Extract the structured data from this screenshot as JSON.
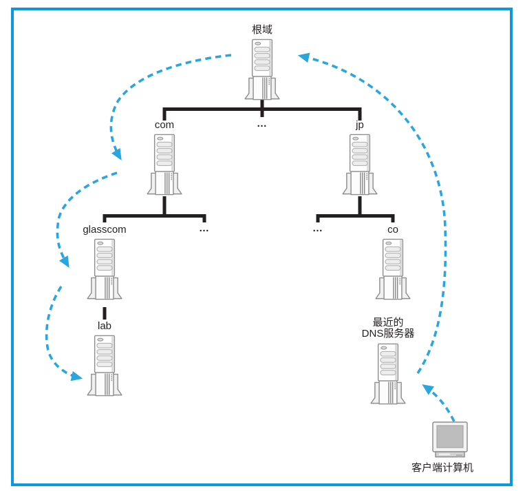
{
  "colors": {
    "border": "#0a99dc",
    "arrow": "#29a6df",
    "tree_line": "#231f20",
    "text": "#231f20"
  },
  "nodes": {
    "root": {
      "label": "根域",
      "icon": "tower-server-icon"
    },
    "com": {
      "label": "com",
      "icon": "tower-server-icon"
    },
    "jp": {
      "label": "jp",
      "icon": "tower-server-icon"
    },
    "glasscom": {
      "label": "glasscom",
      "icon": "tower-server-icon"
    },
    "co": {
      "label": "co",
      "icon": "tower-server-icon"
    },
    "lab": {
      "label": "lab",
      "icon": "tower-server-icon"
    },
    "dns": {
      "label": "最近的\nDNS服务器",
      "icon": "tower-server-icon"
    },
    "client": {
      "label": "客户端计算机",
      "icon": "crt-monitor-icon"
    },
    "ellipsis_top": {
      "label": "…"
    },
    "ellipsis_com": {
      "label": "…"
    },
    "ellipsis_jp": {
      "label": "…"
    }
  },
  "tree_edges": [
    {
      "from": "root",
      "to": "com"
    },
    {
      "from": "root",
      "to": "ellipsis_top"
    },
    {
      "from": "root",
      "to": "jp"
    },
    {
      "from": "com",
      "to": "glasscom"
    },
    {
      "from": "com",
      "to": "ellipsis_com"
    },
    {
      "from": "jp",
      "to": "ellipsis_jp"
    },
    {
      "from": "jp",
      "to": "co"
    },
    {
      "from": "glasscom",
      "to": "lab"
    }
  ],
  "query_arrows": [
    {
      "from": "client",
      "to": "dns"
    },
    {
      "from": "dns",
      "to": "root"
    },
    {
      "from": "root",
      "to": "com"
    },
    {
      "from": "com",
      "to": "glasscom"
    },
    {
      "from": "glasscom",
      "to": "lab"
    }
  ]
}
